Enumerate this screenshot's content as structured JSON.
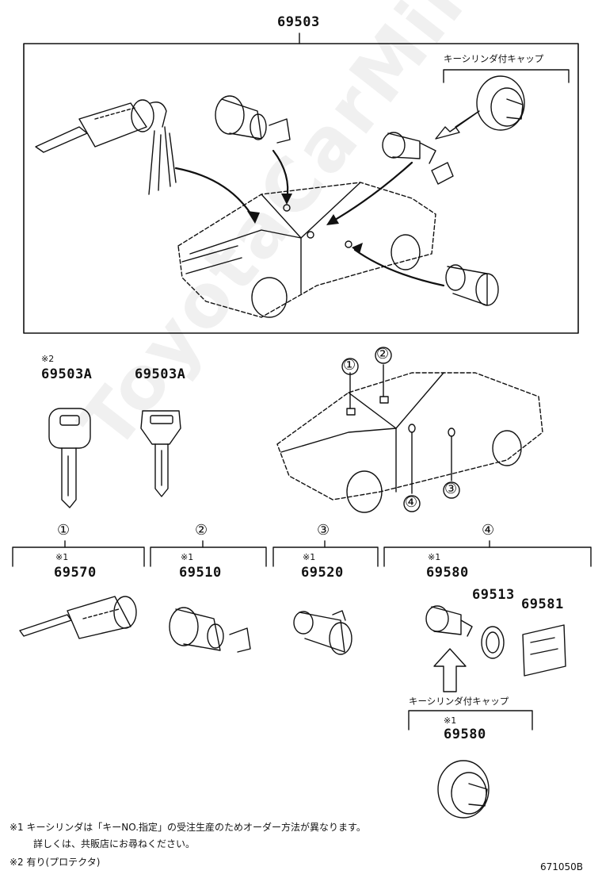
{
  "assembly": {
    "part_number": "69503"
  },
  "top_panel": {
    "cap_label": "キーシリンダ付キャップ"
  },
  "keys": [
    {
      "note": "※2",
      "part_number": "69503A"
    },
    {
      "note": "",
      "part_number": "69503A"
    }
  ],
  "locations": [
    "①",
    "②",
    "③",
    "④"
  ],
  "groups": [
    {
      "index": "①",
      "note": "※1",
      "part_number": "69570"
    },
    {
      "index": "②",
      "note": "※1",
      "part_number": "69510"
    },
    {
      "index": "③",
      "note": "※1",
      "part_number": "69520"
    },
    {
      "index": "④",
      "note": "※1",
      "part_number": "69580"
    }
  ],
  "group4_extras": [
    "69513",
    "69581"
  ],
  "cap_assembly": {
    "label": "キーシリンダ付キャップ",
    "note": "※1",
    "part_number": "69580"
  },
  "footnotes": [
    "※1 キーシリンダは「キーNO.指定」の受注生産のためオーダー方法が異なります。",
    "詳しくは、共販店にお尋ねください。",
    "※2 有り(プロテクタ)"
  ],
  "diagram_code": "671050B",
  "watermark": "ToyotaCarMine.ru"
}
